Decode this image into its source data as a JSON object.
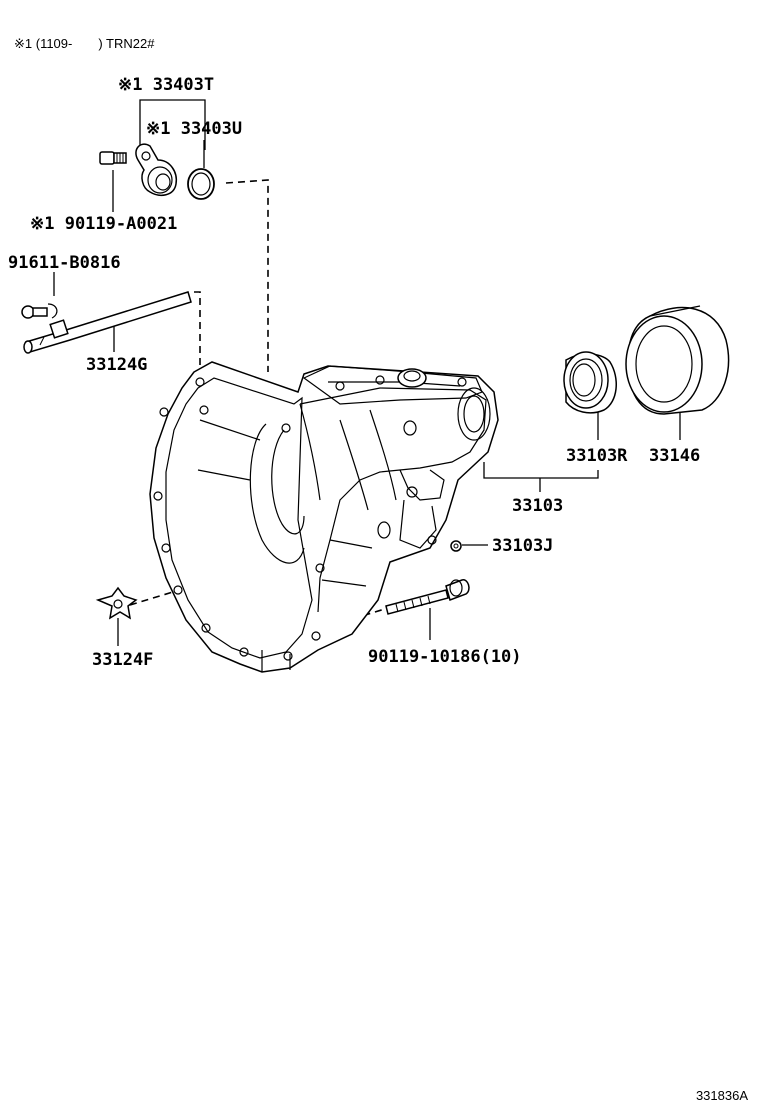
{
  "note": "※1 (1109-　　) TRN22#",
  "labels": {
    "p33403T": "※1 33403T",
    "p33403U": "※1 33403U",
    "p90119A": "※1 90119-A0021",
    "p91611": "91611-B0816",
    "p33124G": "33124G",
    "p33103R": "33103R",
    "p33146": "33146",
    "p33103": "33103",
    "p33103J": "33103J",
    "p33124F": "33124F",
    "p90119_10186": "90119-10186(10)"
  },
  "diagram_code": "331836A"
}
